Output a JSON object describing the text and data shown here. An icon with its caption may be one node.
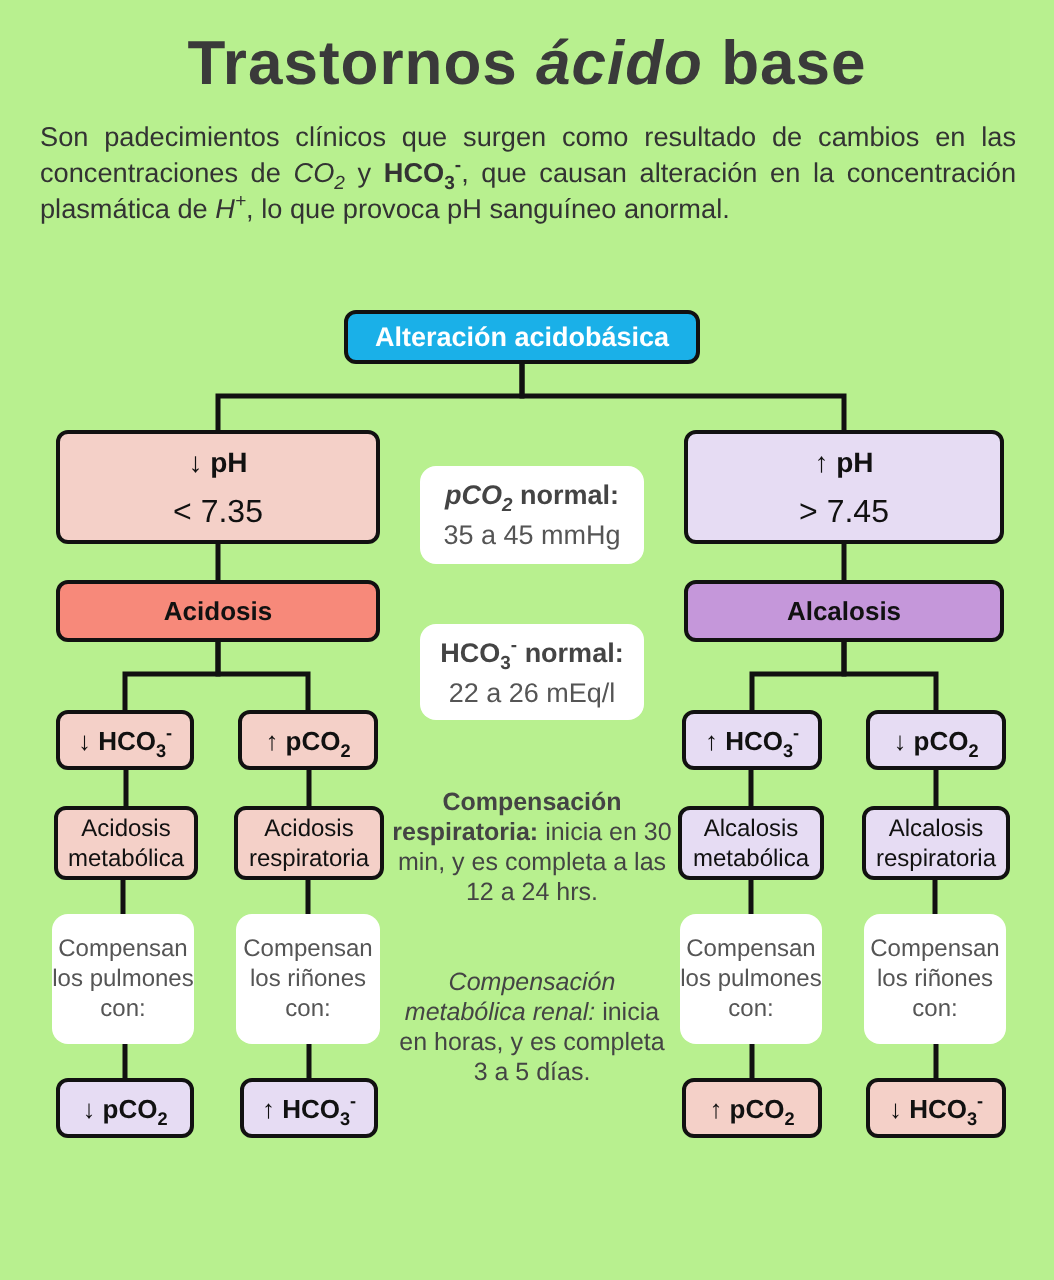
{
  "diagram": {
    "title": "Trastornos *ácido* **base**",
    "nodes": [
      {
        "text": [
          "Alteración acidobásica"
        ]
      },
      {
        "text": [
          "↓ pH",
          "< 7.35"
        ]
      },
      {
        "text": [
          "↑ pH",
          "> 7.45"
        ]
      },
      {
        "text": [
          "Acidosis"
        ]
      },
      {
        "text": [
          "Alcalosis"
        ]
      },
      {
        "text": [
          "↓ HCO$_{3}$$^{-}$"
        ]
      },
      {
        "text": [
          "↑ pCO$_{2}$"
        ]
      },
      {
        "text": [
          "↑ HCO$_{3}$$^{-}$"
        ]
      },
      {
        "text": [
          "↓ pCO$_{2}$"
        ]
      },
      {
        "text": [
          "Acidosis metabólica"
        ]
      },
      {
        "text": [
          "Acidosis respiratoria"
        ]
      },
      {
        "text": [
          "Alcalosis metabólica"
        ]
      },
      {
        "text": [
          "Alcalosis respiratoria"
        ]
      },
      {
        "text": [
          "Compensan los pulmones con:"
        ]
      },
      {
        "text": [
          "Compensan los riñones con:"
        ]
      },
      {
        "text": [
          "Compensan los pulmones con:"
        ]
      },
      {
        "text": [
          "Compensan los riñones con:"
        ]
      },
      {
        "text": [
          "↓ pCO$_{2}$"
        ]
      },
      {
        "text": [
          "↑ HCO$_{3}$$^{-}$"
        ]
      },
      {
        "text": [
          "↑ pCO$_{2}$"
        ]
      },
      {
        "text": [
          "↓ HCO$_{3}$$^{-}$"
        ]
      },
      {
        "text": [
          "*pCO$_{2}$* normal:",
          "35 a 45 mmHg"
        ]
      },
      {
        "text": [
          "**HCO$_{3}$$^{-}$** normal:",
          "22 a 26 mEq/l"
        ]
      }
    ],
    "edges": [
      {
        "from": 0,
        "to": 1,
        "arrow": "none"
      },
      {
        "from": 0,
        "to": 2,
        "arrow": "none"
      },
      {
        "from": 1,
        "to": 3,
        "arrow": "none"
      },
      {
        "from": 2,
        "to": 4,
        "arrow": "none"
      },
      {
        "from": 3,
        "to": 5,
        "arrow": "none"
      },
      {
        "from": 3,
        "to": 6,
        "arrow": "none"
      },
      {
        "from": 4,
        "to": 7,
        "arrow": "none"
      },
      {
        "from": 4,
        "to": 8,
        "arrow": "none"
      },
      {
        "from": 5,
        "to": 9,
        "arrow": "none"
      },
      {
        "from": 6,
        "to": 10,
        "arrow": "none"
      },
      {
        "from": 7,
        "to": 11,
        "arrow": "none"
      },
      {
        "from": 8,
        "to": 12,
        "arrow": "none"
      },
      {
        "from": 9,
        "to": 13,
        "arrow": "none"
      },
      {
        "from": 10,
        "to": 14,
        "arrow": "none"
      },
      {
        "from": 11,
        "to": 15,
        "arrow": "none"
      },
      {
        "from": 12,
        "to": 16,
        "arrow": "none"
      },
      {
        "from": 13,
        "to": 17,
        "arrow": "none"
      },
      {
        "from": 14,
        "to": 18,
        "arrow": "none"
      },
      {
        "from": 15,
        "to": 19,
        "arrow": "none"
      },
      {
        "from": 16,
        "to": 20,
        "arrow": "none"
      }
    ],
    "labels": [
      "Son padecimientos clínicos que surgen como resultado de cambios en las concentraciones de *CO$_{2}$* y **HCO$_{3}$$^{-}$**, que causan alteración en la concentración plasmática de *H$^{+}$*, lo que provoca pH sanguíneo anormal.",
      "**Compensación respiratoria:** inicia en 30 min, y es completa a las 12 a 24 hrs.",
      "*Compensación metabólica renal:* inicia en horas, y es completa 3 a 5 días."
    ]
  }
}
